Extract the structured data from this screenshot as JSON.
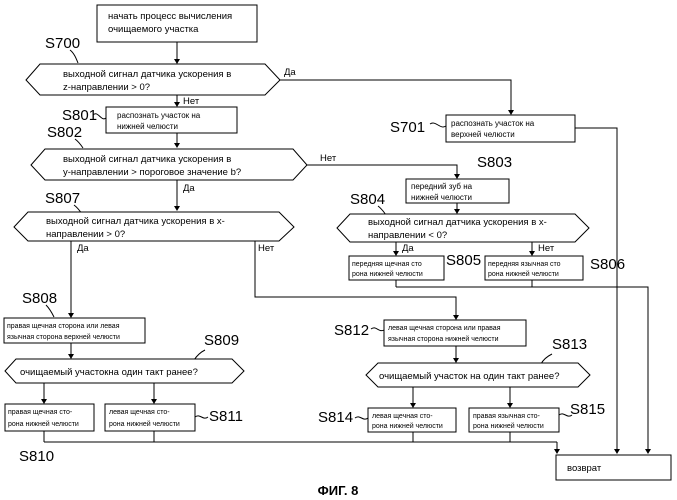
{
  "start": {
    "line1": "начать процесс вычисления",
    "line2": "очищаемого участка"
  },
  "labels": {
    "s700": "S700",
    "s701": "S701",
    "s801": "S801",
    "s802": "S802",
    "s803": "S803",
    "s804": "S804",
    "s805": "S805",
    "s806": "S806",
    "s807": "S807",
    "s808": "S808",
    "s809": "S809",
    "s810": "S810",
    "s811": "S811",
    "s812": "S812",
    "s813": "S813",
    "s814": "S814",
    "s815": "S815"
  },
  "d700": {
    "line1": "выходной сигнал датчика ускорения в",
    "line2": "z-направлении > 0?",
    "yes": "Да",
    "no": "Нет"
  },
  "b701": {
    "line1": "распознать участок на",
    "line2": "верхней челюсти"
  },
  "b801": {
    "line1": "распознать участок на",
    "line2": "нижней     челюсти"
  },
  "d802": {
    "line1": "выходной сигнал датчика ускорения в",
    "line2": "y-направлении > пороговое значение b?",
    "no": "Нет",
    "yes": "Да"
  },
  "b803": {
    "line1": "передний зуб на",
    "line2": "нижней челюсти"
  },
  "d804": {
    "line1": "выходной сигнал датчика ускорения в x-",
    "line2": "направлении < 0?",
    "yes": "Да",
    "no": "Нет"
  },
  "b805": {
    "line1": "передняя щечная сто",
    "line2": "рона нижней челюсти"
  },
  "b806": {
    "line1": "передняя язычная сто",
    "line2": "рона нижней челюсти"
  },
  "d807": {
    "line1": "выходной сигнал датчика ускорения в x-",
    "line2": "направлении > 0?",
    "yes": "Да",
    "no": "Нет"
  },
  "b808": {
    "line1": "правая щечная сторона или левая",
    "line2": "язычная сторона верхней челюсти"
  },
  "d809": {
    "line1": "очищаемый участокна один такт ранее?"
  },
  "b810": {
    "line1": "правая щечная сто-",
    "line2": "рона  нижней челюсти"
  },
  "b811": {
    "line1": "левая щечная сто-",
    "line2": "рона   нижней челюсти"
  },
  "b812": {
    "line1": "левая щечная сторона или правая",
    "line2": "язычная сторона нижней челюсти"
  },
  "d813": {
    "line1": "очищаемый участок  на один такт ранее?"
  },
  "b814": {
    "line1": "левая щечная сто-",
    "line2": "рона нижней челюсти"
  },
  "b815": {
    "line1": "правая язычная сто-",
    "line2": "рона нижней челюсти"
  },
  "ret": {
    "label": "возврат"
  },
  "figure": {
    "caption": "ФИГ. 8"
  }
}
